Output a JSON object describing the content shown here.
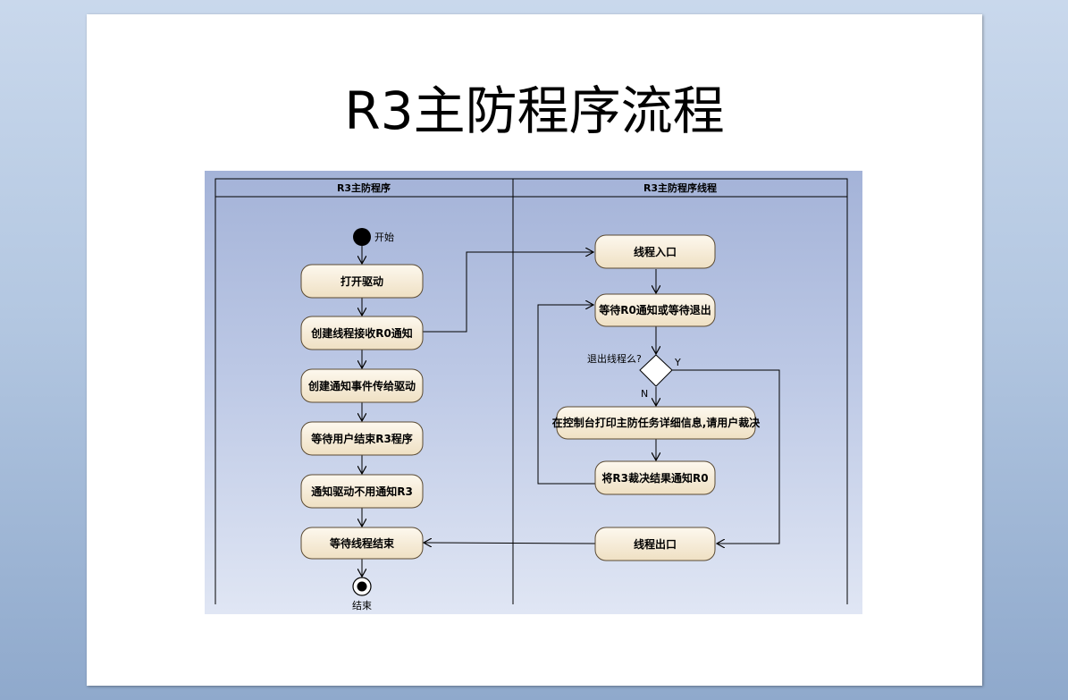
{
  "slide": {
    "title": "R3主防程序流程"
  },
  "diagram": {
    "lanes": [
      "R3主防程序",
      "R3主防程序线程"
    ],
    "start_label": "开始",
    "end_label": "结束",
    "left_nodes": [
      "打开驱动",
      "创建线程接收R0通知",
      "创建通知事件传给驱动",
      "等待用户结束R3程序",
      "通知驱动不用通知R3",
      "等待线程结束"
    ],
    "right_nodes": {
      "thread_entry": "线程入口",
      "wait_notify": "等待R0通知或等待退出",
      "print_info": "在控制台打印主防任务详细信息,请用户裁决",
      "notify_r0": "将R3裁决结果通知R0",
      "thread_exit": "线程出口"
    },
    "decision": {
      "question": "退出线程么?",
      "yes": "Y",
      "no": "N"
    },
    "colors": {
      "node_fill": "#f6ecd9",
      "node_stroke": "#5a4a32",
      "lane_line": "#000000"
    }
  }
}
